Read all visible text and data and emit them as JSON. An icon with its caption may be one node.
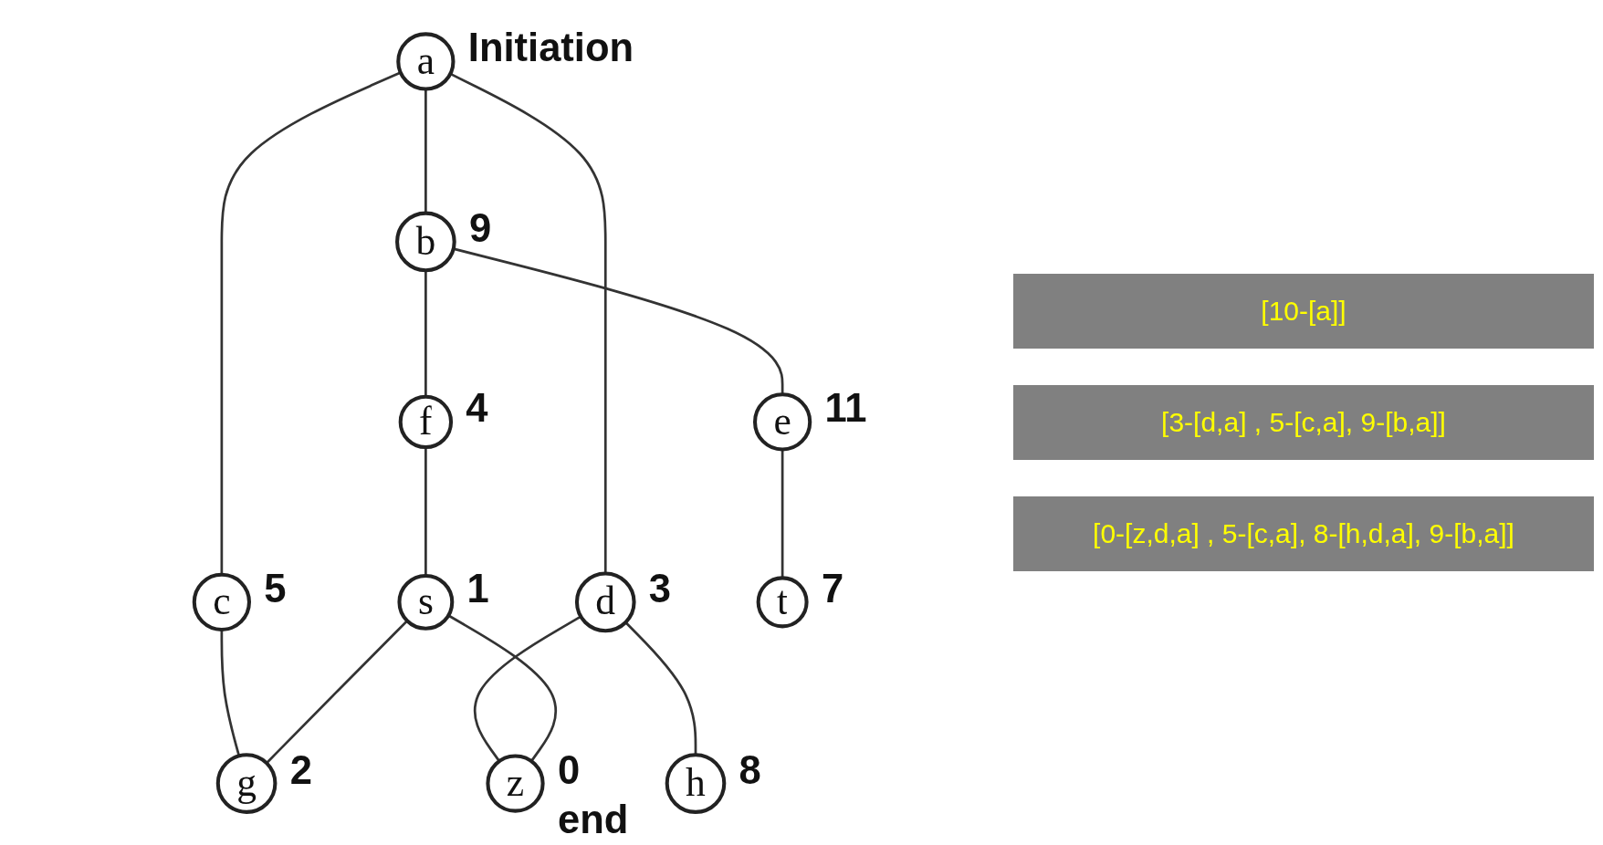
{
  "diagram": {
    "nodes": [
      {
        "text": [
          "a"
        ],
        "beside": [
          "Initiation"
        ]
      },
      {
        "text": [
          "b"
        ],
        "beside": [
          "9"
        ]
      },
      {
        "text": [
          "c"
        ],
        "beside": [
          "5"
        ]
      },
      {
        "text": [
          "d"
        ],
        "beside": [
          "3"
        ]
      },
      {
        "text": [
          "e"
        ],
        "beside": [
          "11"
        ]
      },
      {
        "text": [
          "f"
        ],
        "beside": [
          "4"
        ]
      },
      {
        "text": [
          "g"
        ],
        "beside": [
          "2"
        ]
      },
      {
        "text": [
          "s"
        ],
        "beside": [
          "1"
        ]
      },
      {
        "text": [
          "h"
        ],
        "beside": [
          "8"
        ]
      },
      {
        "text": [
          "t"
        ],
        "beside": [
          "7"
        ]
      },
      {
        "text": [
          "z"
        ],
        "beside": [
          "0",
          "end"
        ]
      }
    ],
    "edges": [
      {
        "from": 0,
        "to": 1,
        "arrow": "none"
      },
      {
        "from": 0,
        "to": 2,
        "arrow": "none"
      },
      {
        "from": 0,
        "to": 3,
        "arrow": "none"
      },
      {
        "from": 1,
        "to": 4,
        "arrow": "none"
      },
      {
        "from": 1,
        "to": 5,
        "arrow": "none"
      },
      {
        "from": 2,
        "to": 6,
        "arrow": "none"
      },
      {
        "from": 3,
        "to": 8,
        "arrow": "none"
      },
      {
        "from": 3,
        "to": 10,
        "arrow": "none"
      },
      {
        "from": 4,
        "to": 9,
        "arrow": "none"
      },
      {
        "from": 5,
        "to": 7,
        "arrow": "none"
      },
      {
        "from": 7,
        "to": 6,
        "arrow": "none"
      },
      {
        "from": 7,
        "to": 10,
        "arrow": "none"
      }
    ],
    "labels": [
      "[10-[a]]",
      "[3-[d,a] , 5-[c,a], 9-[b,a]]",
      "[0-[z,d,a] , 5-[c,a], 8-[h,d,a], 9-[b,a]]"
    ]
  }
}
